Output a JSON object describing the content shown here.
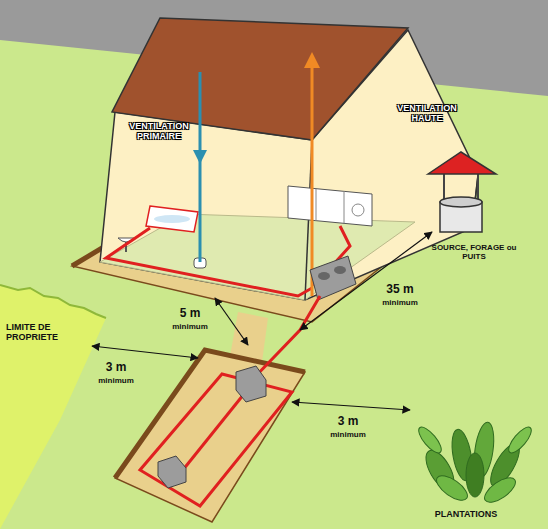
{
  "diagram": {
    "labels": [
      "VENTILATION HAUTE",
      "VENTILATION PRIMAIRE",
      "SOURCE, FORAGE ou PUITS",
      "LIMITE DE PROPRIETE",
      "5 m",
      "minimum",
      "3 m",
      "minimum",
      "35 m",
      "minimum",
      "3 m",
      "minimum",
      "PLANTATIONS"
    ]
  }
}
